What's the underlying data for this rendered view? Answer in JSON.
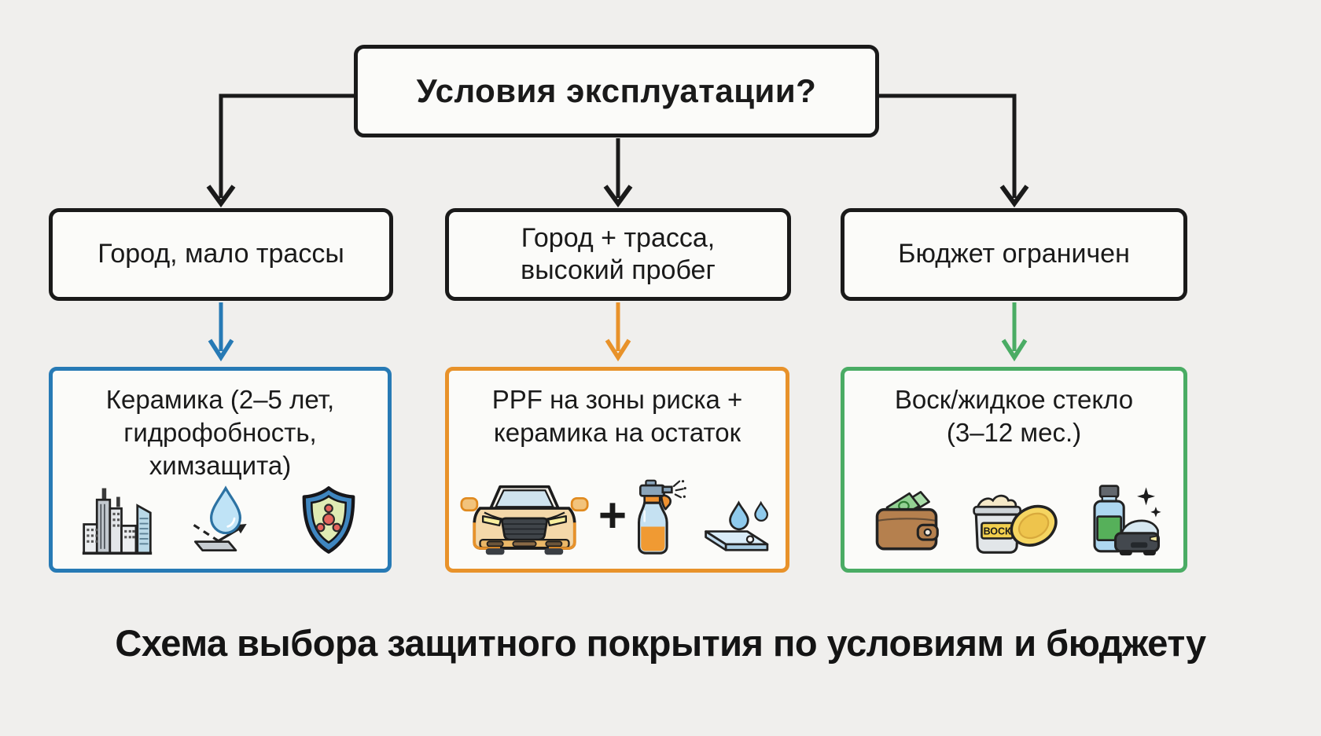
{
  "title": {
    "question": "Условия эксплуатации?"
  },
  "caption": "Схема выбора защитного покрытия по условиям и бюджету",
  "branches": [
    {
      "condition_lines": [
        "Город, мало трассы"
      ],
      "result_lines": [
        "Керамика (2–5 лет,",
        "гидрофобность,",
        "химзащита)"
      ],
      "color": "#277ab5",
      "icons": [
        "city-icon",
        "hydrophobic-bounce-icon",
        "chemical-shield-icon"
      ]
    },
    {
      "condition_lines": [
        "Город + трасса,",
        "высокий пробег"
      ],
      "result_lines": [
        "PPF на зоны риска +",
        "керамика на остаток"
      ],
      "color": "#e8922a",
      "plus_sign": "+",
      "icons": [
        "ppf-car-icon",
        "plus-sign",
        "spray-bottle-icon",
        "coated-surface-icon"
      ]
    },
    {
      "condition_lines": [
        "Бюджет ограничен"
      ],
      "result_lines": [
        "Воск/жидкое стекло",
        "(3–12 мес.)"
      ],
      "color": "#4aac64",
      "wax_label": "ВОСК",
      "icons": [
        "wallet-icon",
        "wax-jar-icon",
        "liquid-glass-car-icon"
      ]
    }
  ],
  "colors": {
    "background": "#f0efed",
    "node_fill": "#fbfbf9",
    "line": "#1a1a1a"
  }
}
